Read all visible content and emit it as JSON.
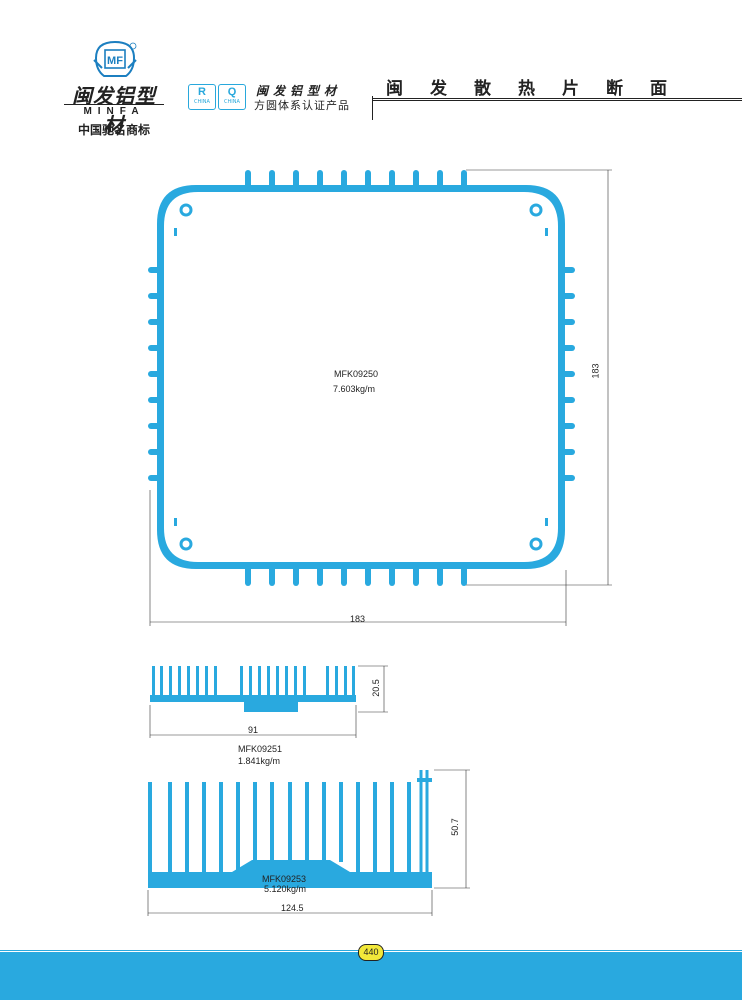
{
  "header": {
    "brand_cn": "闽发铝型材",
    "brand_en": "MINFA",
    "brand_tagline": "中国驰名商标",
    "logo_letters": "MF",
    "cert_r": "R",
    "cert_q": "Q",
    "cert_sub": "CHINA",
    "cert_brand": "闽发铝型材",
    "cert_text": "方圆体系认证产品",
    "page_title": "闽发散热片断面"
  },
  "profiles": [
    {
      "code": "MFK09250",
      "weight": "7.603kg/m",
      "width": "183",
      "height": "183"
    },
    {
      "code": "MFK09251",
      "weight": "1.841kg/m",
      "width": "91",
      "height": "20.5"
    },
    {
      "code": "MFK09253",
      "weight": "5.120kg/m",
      "width": "124.5",
      "height": "50.7"
    }
  ],
  "footer": {
    "page_number": "440"
  },
  "colors": {
    "profile_fill": "#29a9df",
    "footer_bar": "#29a9df",
    "page_badge": "#f2e83a"
  }
}
